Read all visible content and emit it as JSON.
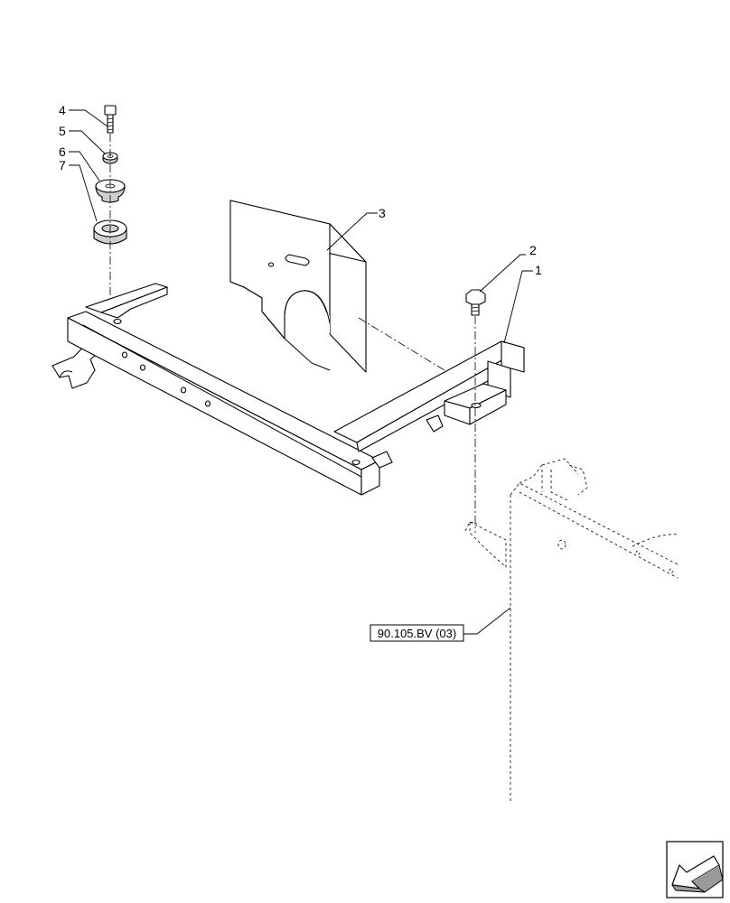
{
  "callouts": {
    "c1": "1",
    "c2": "2",
    "c3": "3",
    "c4": "4",
    "c5": "5",
    "c6": "6",
    "c7": "7"
  },
  "reference": "90.105.BV (03)",
  "icons": {
    "nav_arrow": "arrow-bottom-left-icon"
  }
}
